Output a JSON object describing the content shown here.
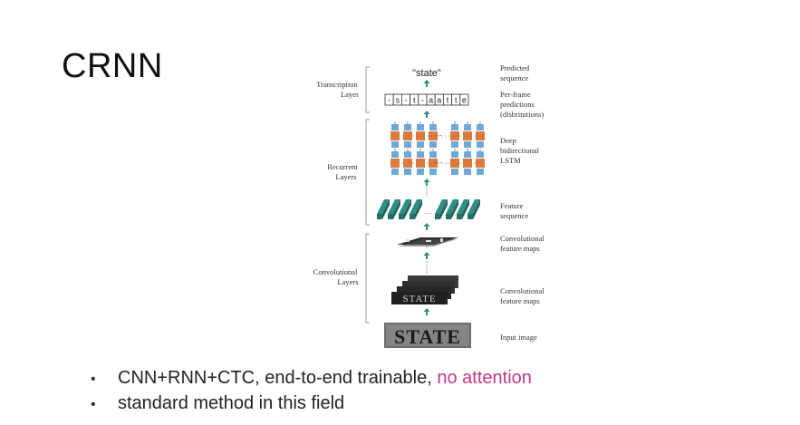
{
  "slide": {
    "title": "CRNN"
  },
  "diagram": {
    "layers": {
      "transcription": [
        "Transcription",
        "Layer"
      ],
      "recurrent": [
        "Recurrent",
        "Layers"
      ],
      "convolutional": [
        "Convolutional",
        "Layers"
      ]
    },
    "output_text": "\"state\"",
    "per_frame_tokens": [
      "-",
      "s",
      "-",
      "t",
      "-",
      "a",
      "a",
      "t",
      "t",
      "e"
    ],
    "right_labels": {
      "predicted": [
        "Predicted",
        "sequence"
      ],
      "per_frame": [
        "Per-frame",
        "predictions",
        "(disbritutions)"
      ],
      "lstm": [
        "Deep",
        "bidirectional",
        "LSTM"
      ],
      "feature_seq": [
        "Feature",
        "sequence"
      ],
      "conv_maps_1": [
        "Convolutional",
        "feature maps"
      ],
      "conv_maps_2": [
        "Convolutional",
        "feature maps"
      ],
      "input": [
        "Input image"
      ]
    },
    "input_word": "STATE",
    "colors": {
      "lstm_orange": "#e07a3a",
      "lstm_blue": "#6ea8d8",
      "feature_teal": "#2f8f86",
      "arrow_teal": "#2f8f86",
      "bracket_gray": "#9a9a9a"
    }
  },
  "bullets": [
    {
      "text": "CNN+RNN+CTC, end-to-end trainable, ",
      "accent": "no attention"
    },
    {
      "text": "standard method in this field",
      "accent": ""
    }
  ]
}
